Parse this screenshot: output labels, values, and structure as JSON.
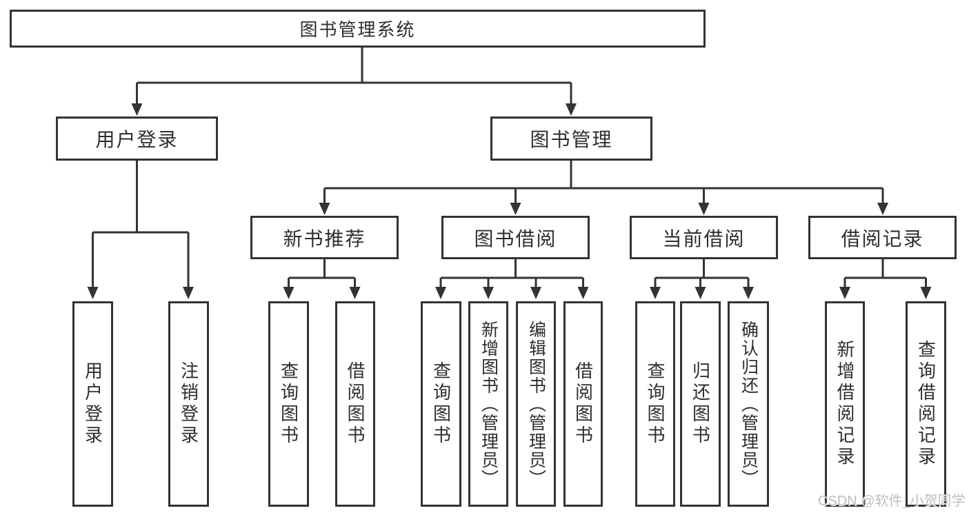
{
  "diagram": {
    "type": "hierarchy-tree",
    "root": {
      "label": "图书管理系统"
    },
    "branches": [
      {
        "label": "用户登录",
        "children": [
          {
            "label": "用户登录"
          },
          {
            "label": "注销登录"
          }
        ]
      },
      {
        "label": "图书管理",
        "children": [
          {
            "label": "新书推荐",
            "children": [
              {
                "label": "查询图书"
              },
              {
                "label": "借阅图书"
              }
            ]
          },
          {
            "label": "图书借阅",
            "children": [
              {
                "label": "查询图书"
              },
              {
                "label": "新增图书（管理员）"
              },
              {
                "label": "编辑图书（管理员）"
              },
              {
                "label": "借阅图书"
              }
            ]
          },
          {
            "label": "当前借阅",
            "children": [
              {
                "label": "查询图书"
              },
              {
                "label": "归还图书"
              },
              {
                "label": "确认归还（管理员）"
              }
            ]
          },
          {
            "label": "借阅记录",
            "children": [
              {
                "label": "新增借阅记录"
              },
              {
                "label": "查询借阅记录"
              }
            ]
          }
        ]
      }
    ]
  },
  "watermark": "CSDN @软件_小贺同学",
  "colors": {
    "line": "#333333",
    "box_border": "#333333",
    "text": "#2e2e2e",
    "background": "#ffffff",
    "watermark_text": "#b9bec7"
  }
}
